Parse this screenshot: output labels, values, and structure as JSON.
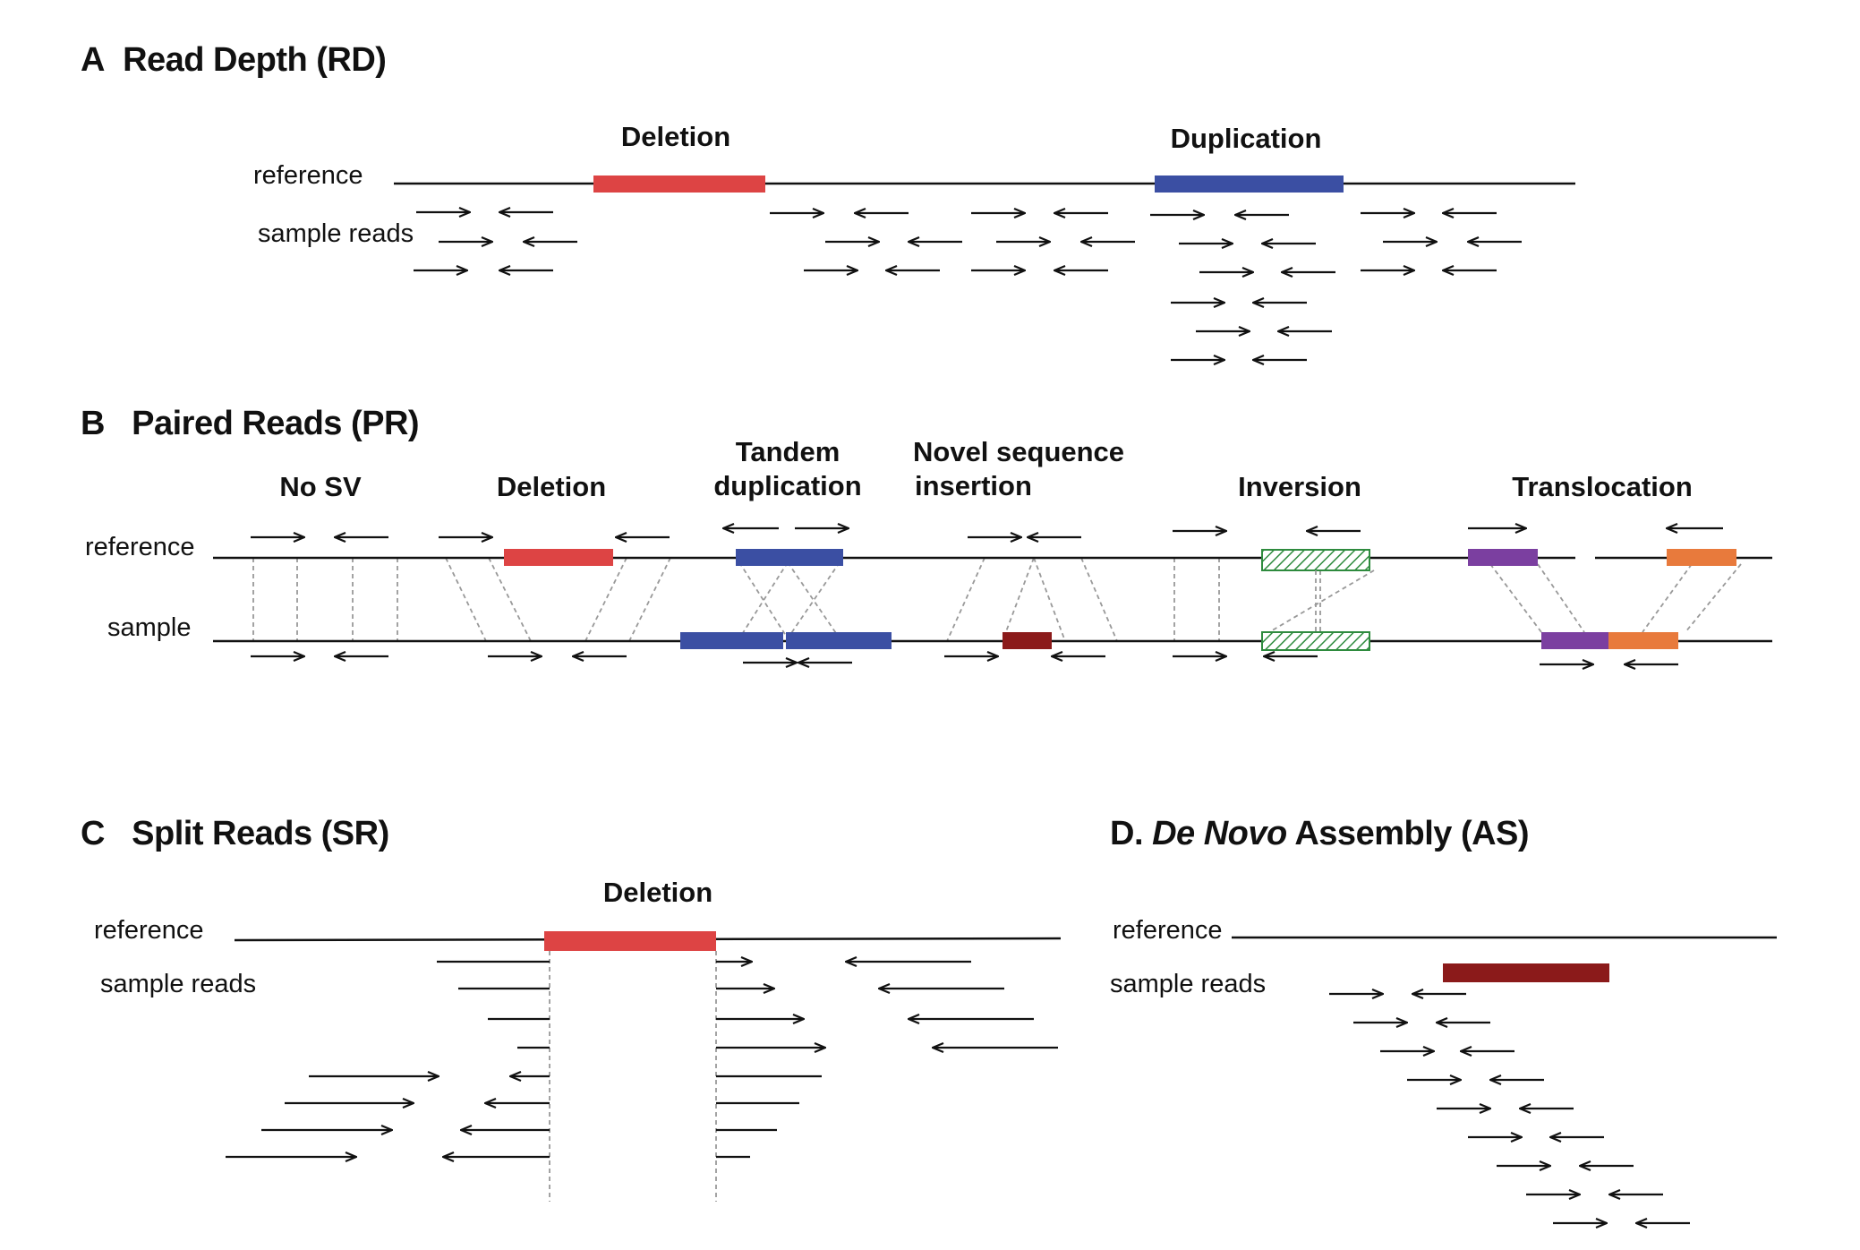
{
  "colors": {
    "deletion": "#dd4444",
    "duplication": "#3b4fa3",
    "novel": "#8b1a1a",
    "inversion": "#2e8b3e",
    "translocation_a": "#7b3fa0",
    "translocation_b": "#e87a3c",
    "line": "#111111",
    "connector": "#999999"
  },
  "panels": {
    "A": {
      "letter": "A",
      "title": "Read Depth (RD)",
      "events": {
        "deletion": "Deletion",
        "duplication": "Duplication"
      },
      "labels": {
        "reference": "reference",
        "reads": "sample reads"
      }
    },
    "B": {
      "letter": "B",
      "title": "Paired Reads (PR)",
      "events": {
        "nosv": "No SV",
        "deletion": "Deletion",
        "tandem_1": "Tandem",
        "tandem_2": "duplication",
        "novel_1": "Novel sequence",
        "novel_2": "insertion",
        "inversion": "Inversion",
        "translocation": "Translocation"
      },
      "labels": {
        "reference": "reference",
        "sample": "sample"
      }
    },
    "C": {
      "letter": "C",
      "title": "Split Reads (SR)",
      "events": {
        "deletion": "Deletion"
      },
      "labels": {
        "reference": "reference",
        "reads": "sample reads"
      }
    },
    "D": {
      "letter": "D.",
      "title_italic": "De Novo",
      "title_rest": "Assembly (AS)",
      "labels": {
        "reference": "reference",
        "reads": "sample reads"
      }
    }
  }
}
